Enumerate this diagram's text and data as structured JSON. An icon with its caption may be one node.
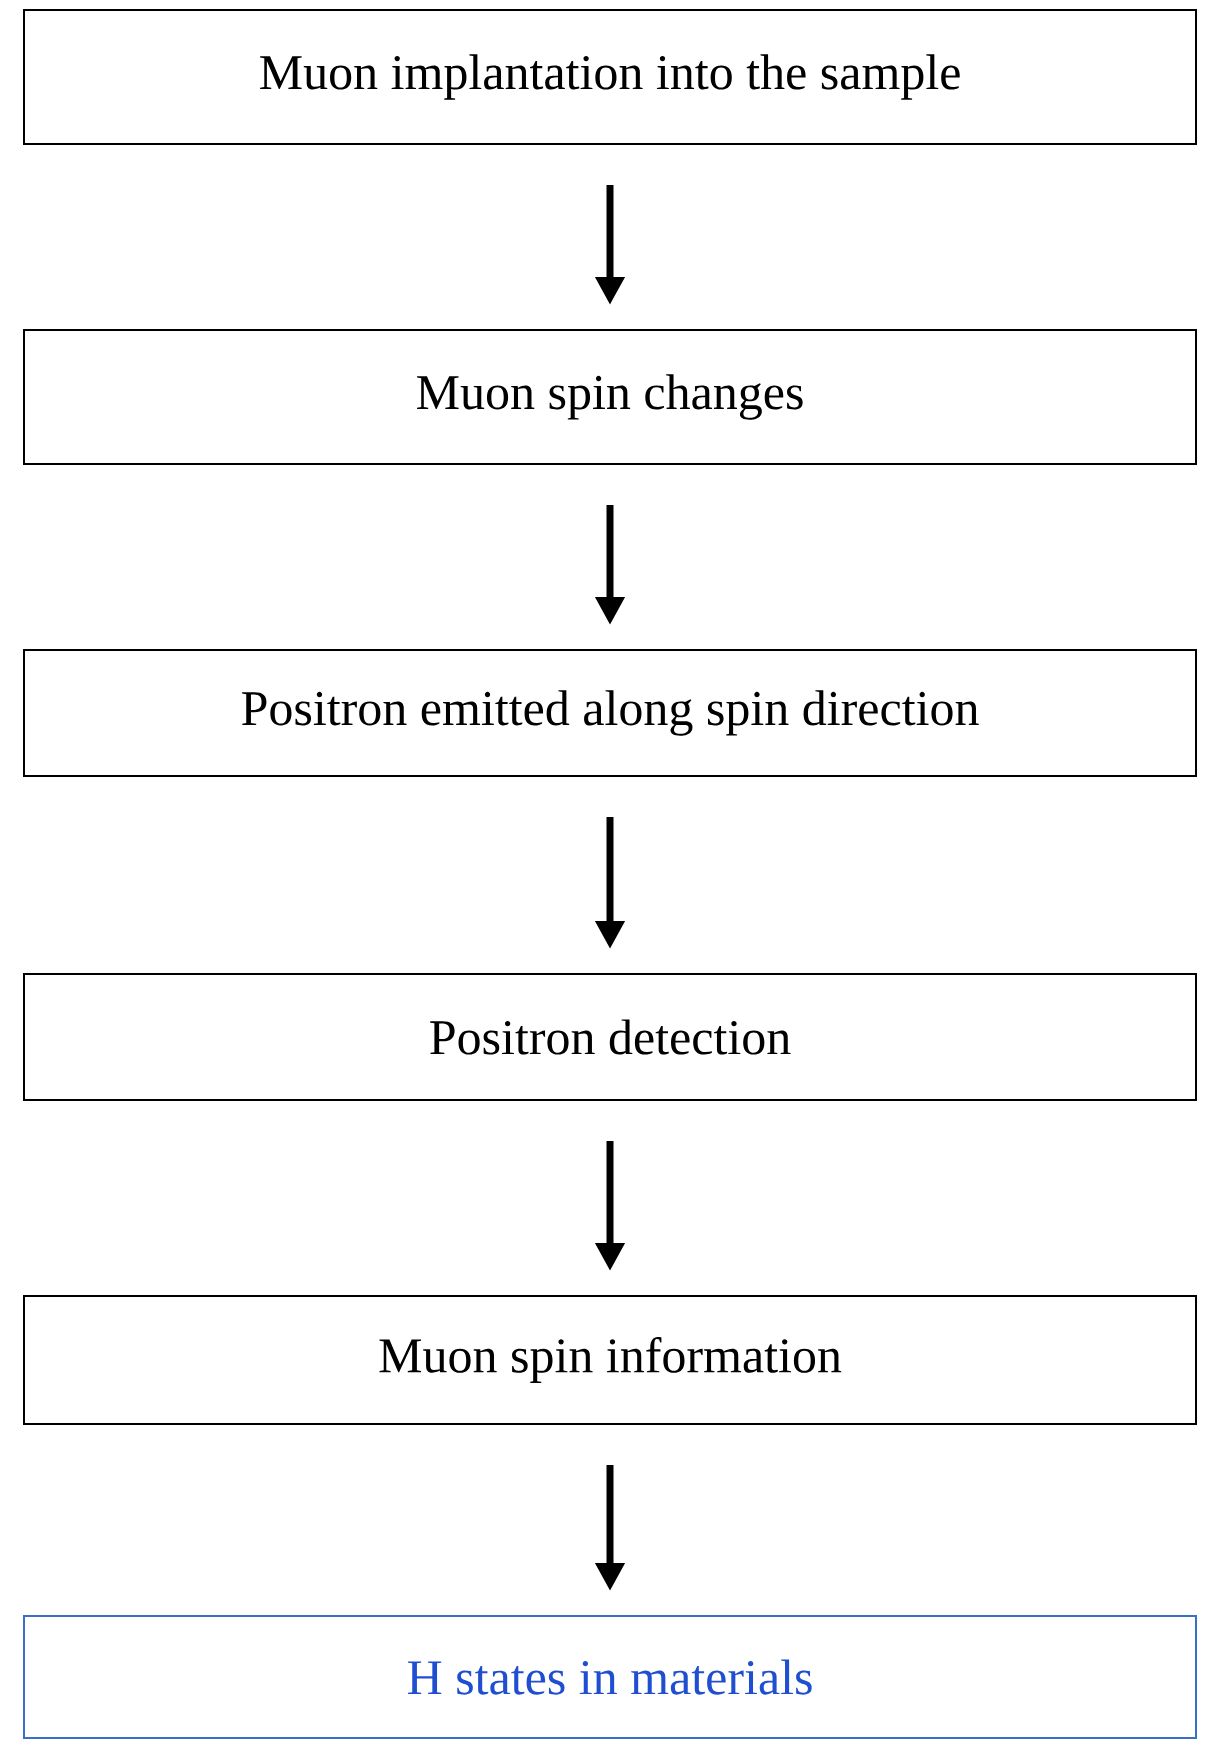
{
  "diagram": {
    "nodes": [
      {
        "text": [
          "Muon implantation into the sample"
        ]
      },
      {
        "text": [
          "Muon spin changes"
        ]
      },
      {
        "text": [
          "Positron emitted along spin direction"
        ]
      },
      {
        "text": [
          "Positron detection"
        ]
      },
      {
        "text": [
          "Muon spin information"
        ]
      },
      {
        "text": [
          "H states in materials"
        ]
      }
    ],
    "edges": [
      {
        "from": 0,
        "to": 1,
        "arrow": "to"
      },
      {
        "from": 1,
        "to": 2,
        "arrow": "to"
      },
      {
        "from": 2,
        "to": 3,
        "arrow": "to"
      },
      {
        "from": 3,
        "to": 4,
        "arrow": "to"
      },
      {
        "from": 4,
        "to": 5,
        "arrow": "to"
      }
    ]
  }
}
